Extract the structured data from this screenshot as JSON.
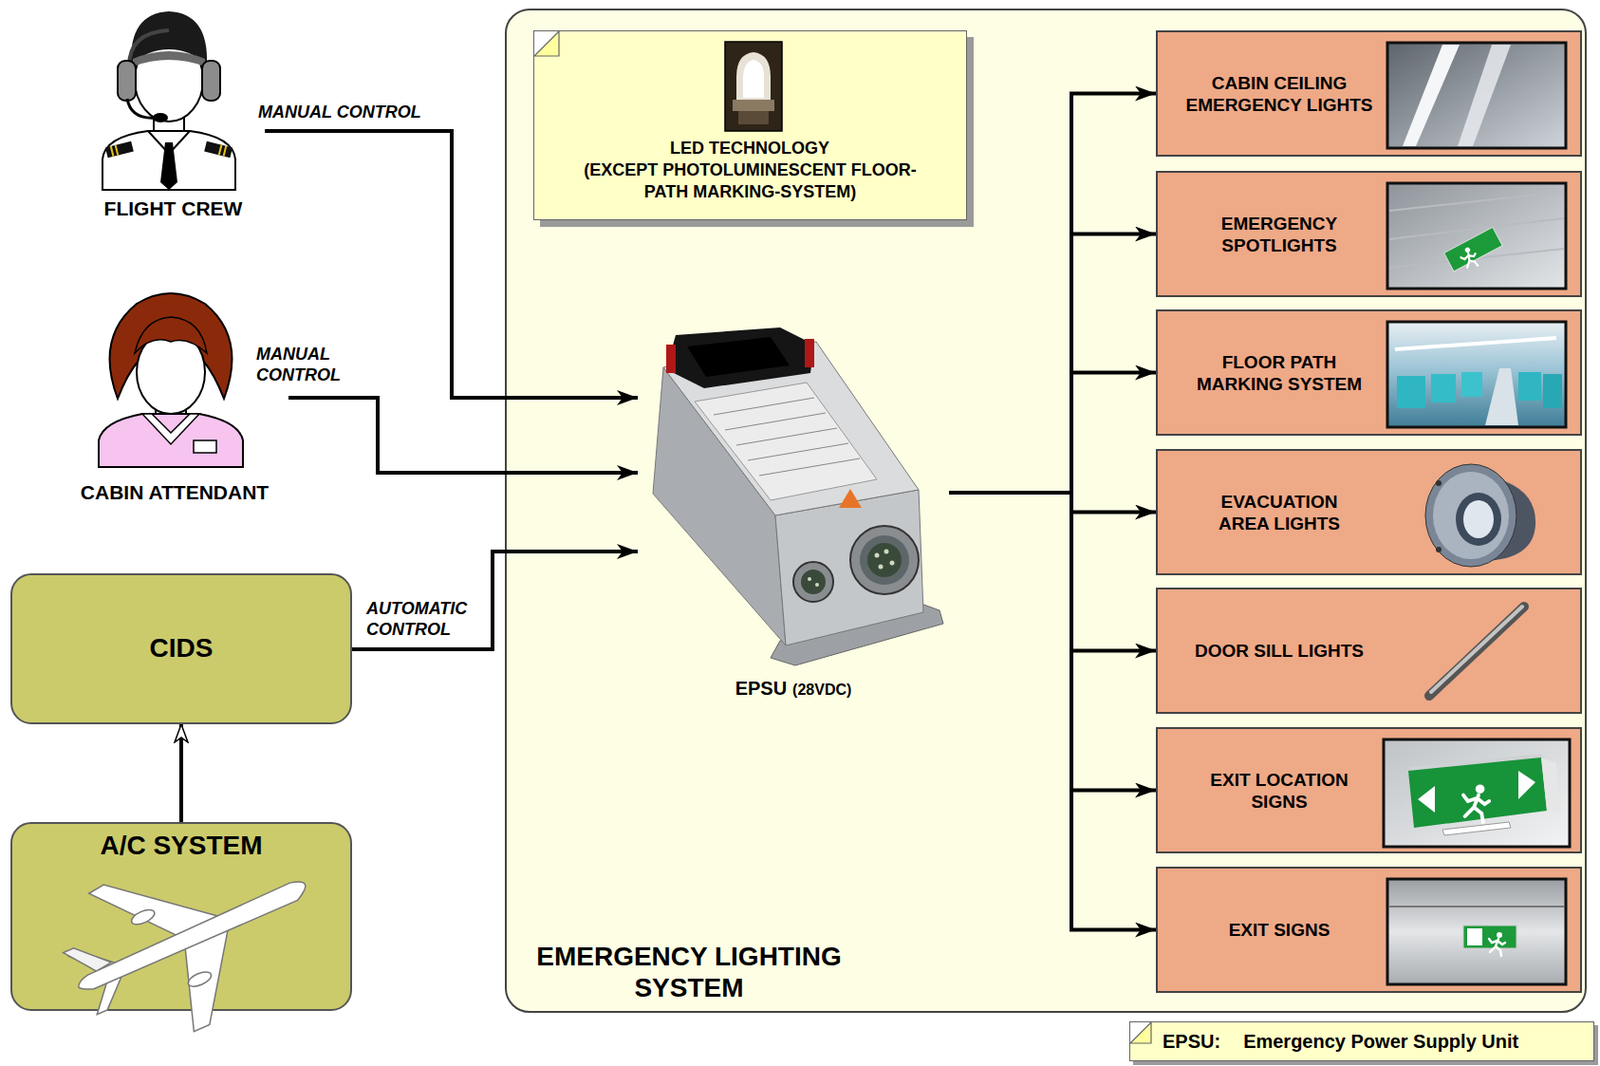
{
  "diagram": {
    "nodes": [
      {
        "text": [
          "FLIGHT CREW"
        ]
      },
      {
        "text": [
          "CABIN ATTENDANT"
        ]
      },
      {
        "text": [
          "CIDS"
        ]
      },
      {
        "text": [
          "A/C SYSTEM"
        ]
      },
      {
        "text": [
          "EMERGENCY LIGHTING SYSTEM"
        ]
      },
      {
        "text": [
          "LED TECHNOLOGY",
          "(EXCEPT PHOTOLUMINESCENT FLOOR-PATH MARKING-SYSTEM)"
        ],
        "in": 4
      },
      {
        "text": [
          "EPSU",
          "(28VDC)"
        ],
        "in": 4
      },
      {
        "text": [
          "CABIN CEILING EMERGENCY LIGHTS"
        ],
        "in": 4
      },
      {
        "text": [
          "EMERGENCY SPOTLIGHTS"
        ],
        "in": 4
      },
      {
        "text": [
          "FLOOR PATH MARKING SYSTEM"
        ],
        "in": 4
      },
      {
        "text": [
          "EVACUATION AREA LIGHTS"
        ],
        "in": 4
      },
      {
        "text": [
          "DOOR SILL LIGHTS"
        ],
        "in": 4
      },
      {
        "text": [
          "EXIT LOCATION SIGNS"
        ],
        "in": 4
      },
      {
        "text": [
          "EXIT SIGNS"
        ],
        "in": 4
      }
    ],
    "edges": [
      {
        "from": 0,
        "to": 6,
        "label": "MANUAL CONTROL",
        "arrow": "to"
      },
      {
        "from": 1,
        "to": 6,
        "label": "MANUAL CONTROL",
        "arrow": "to"
      },
      {
        "from": 2,
        "to": 6,
        "label": "AUTOMATIC CONTROL",
        "arrow": "to"
      },
      {
        "from": 3,
        "to": 2,
        "arrow": "to"
      },
      {
        "from": 6,
        "to": 7,
        "arrow": "to"
      },
      {
        "from": 6,
        "to": 8,
        "arrow": "to"
      },
      {
        "from": 6,
        "to": 9,
        "arrow": "to"
      },
      {
        "from": 6,
        "to": 10,
        "arrow": "to"
      },
      {
        "from": 6,
        "to": 11,
        "arrow": "to"
      },
      {
        "from": 6,
        "to": 12,
        "arrow": "to"
      },
      {
        "from": 6,
        "to": 13,
        "arrow": "to"
      }
    ],
    "labels": [
      "EPSU:",
      "Emergency Power Supply Unit"
    ]
  }
}
